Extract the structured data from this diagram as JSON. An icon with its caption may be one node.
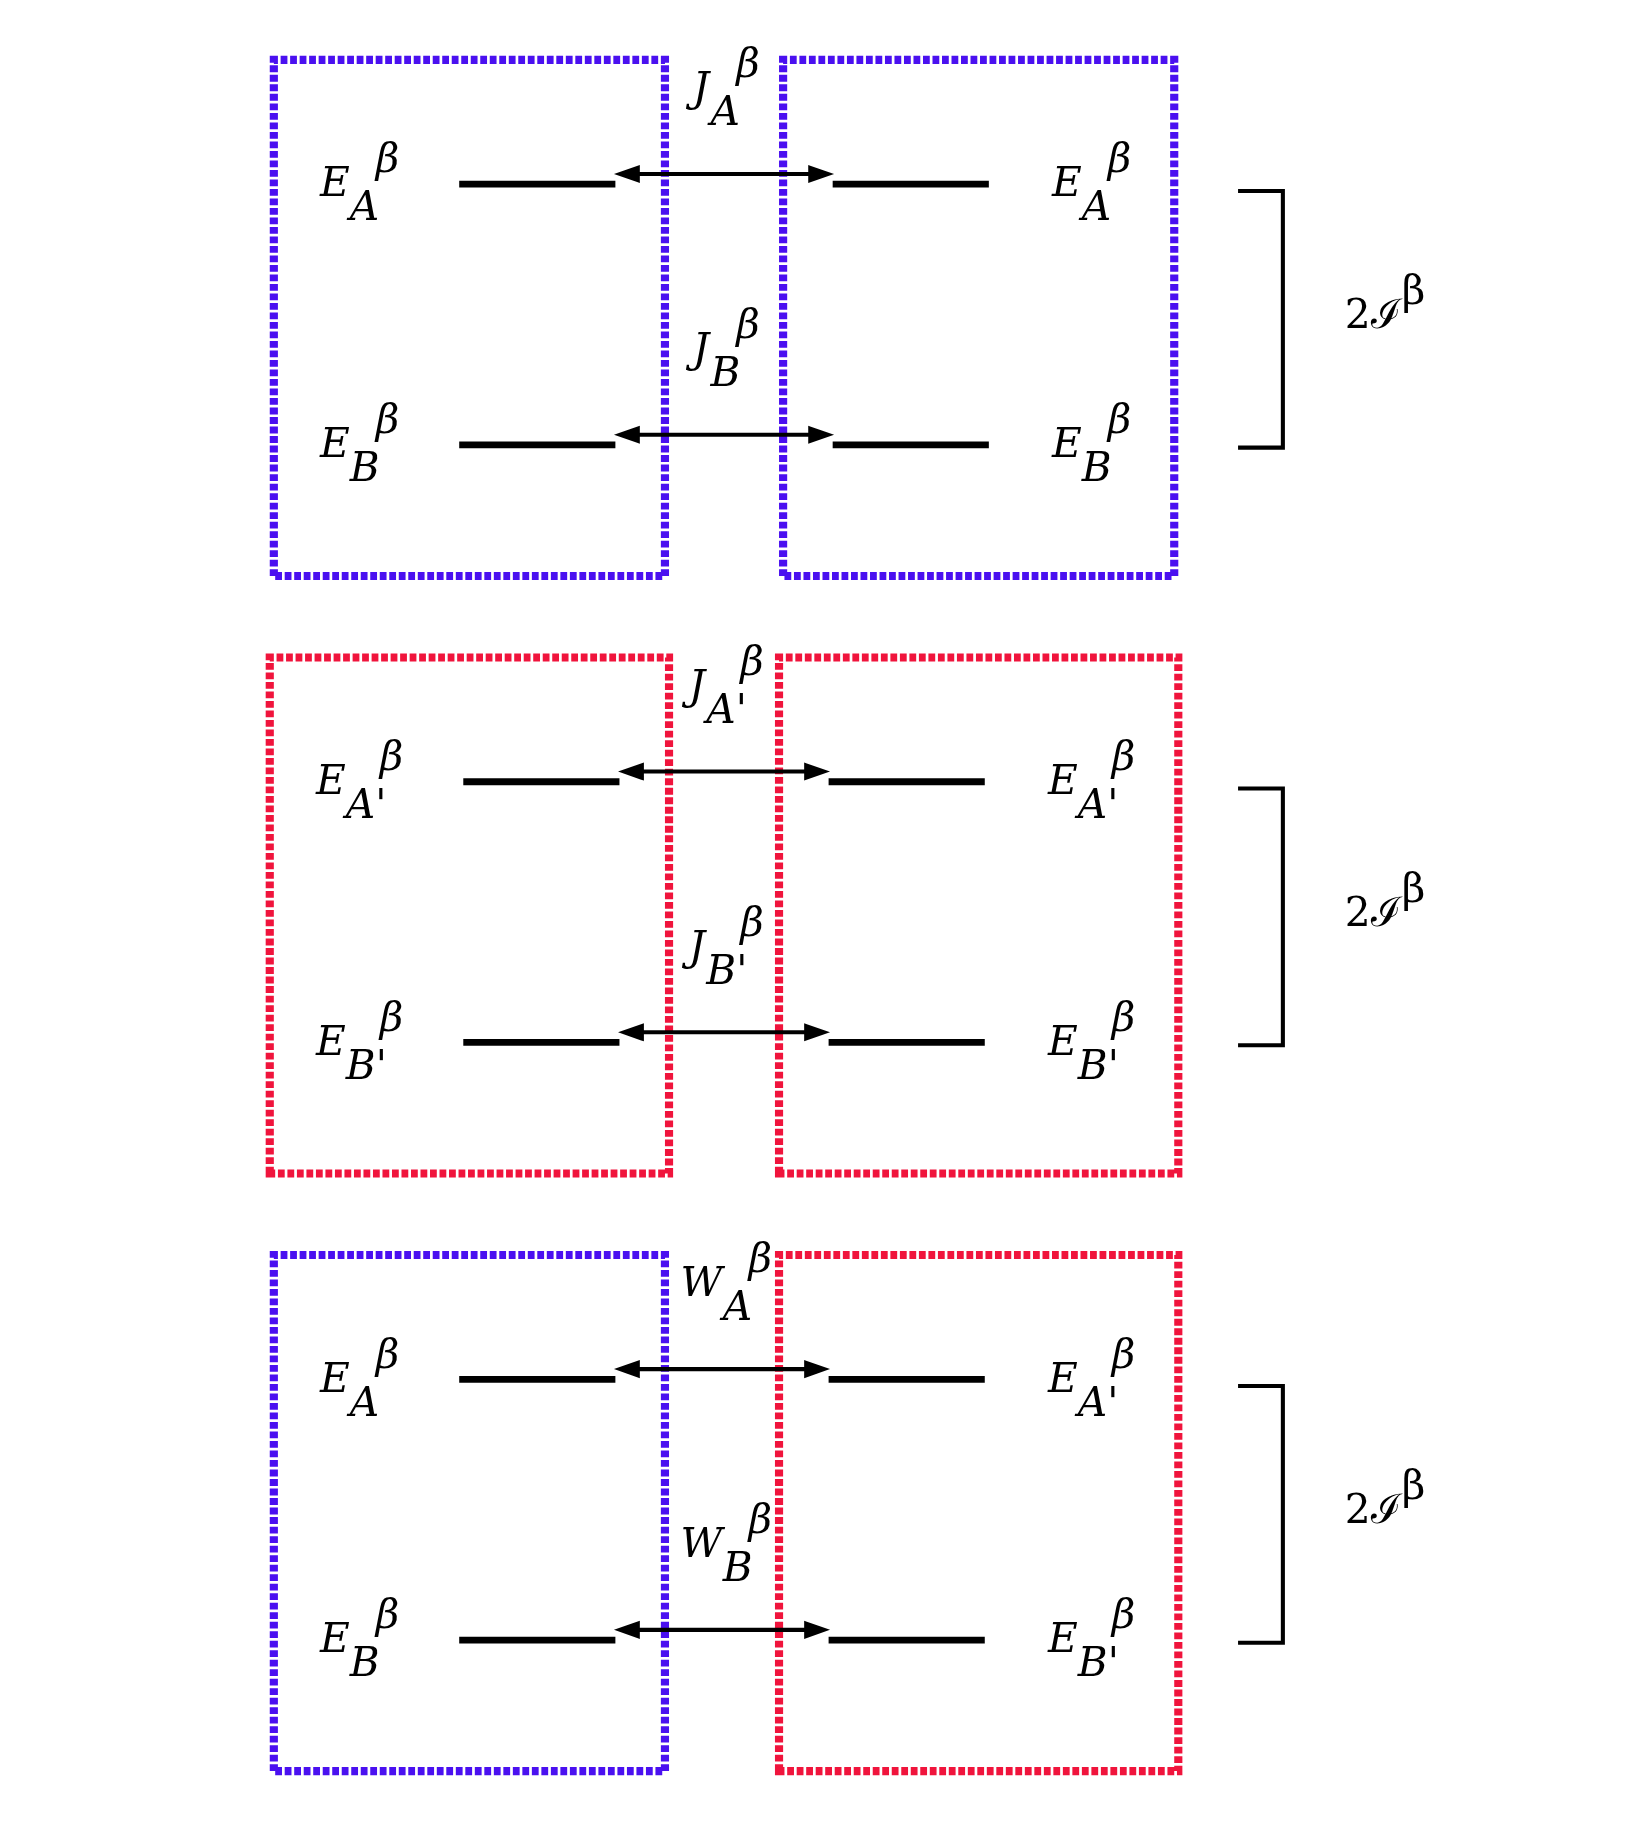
{
  "diagram": {
    "nodes": [
      {
        "text": [],
        "shape": "box"
      },
      {
        "text": [
          "E$_{A}$$^{β}$"
        ],
        "in": 0
      },
      {
        "text": [
          "E$_{B}$$^{β}$"
        ],
        "in": 0
      },
      {
        "text": [],
        "shape": "box"
      },
      {
        "text": [
          "E$_{A}$$^{β}$"
        ],
        "in": 3
      },
      {
        "text": [
          "E$_{B}$$^{β}$"
        ],
        "in": 3
      },
      {
        "text": [],
        "shape": "box"
      },
      {
        "text": [
          "E$_{A'}$$^{β}$"
        ],
        "in": 6
      },
      {
        "text": [
          "E$_{B'}$$^{β}$"
        ],
        "in": 6
      },
      {
        "text": [],
        "shape": "box"
      },
      {
        "text": [
          "E$_{A'}$$^{β}$"
        ],
        "in": 9
      },
      {
        "text": [
          "E$_{B'}$$^{β}$"
        ],
        "in": 9
      },
      {
        "text": [],
        "shape": "box"
      },
      {
        "text": [
          "E$_{A}$$^{β}$"
        ],
        "in": 12
      },
      {
        "text": [
          "E$_{B}$$^{β}$"
        ],
        "in": 12
      },
      {
        "text": [],
        "shape": "box"
      },
      {
        "text": [
          "E$_{A'}$$^{β}$"
        ],
        "in": 15
      },
      {
        "text": [
          "E$_{B'}$$^{β}$"
        ],
        "in": 15
      }
    ],
    "edges": [
      {
        "from": 1,
        "to": 4,
        "arrow": "both",
        "label": "J$_{A}$$^{β}$"
      },
      {
        "from": 2,
        "to": 5,
        "arrow": "both",
        "label": "J$_{B}$$^{β}$"
      },
      {
        "from": 7,
        "to": 10,
        "arrow": "both",
        "label": "J$_{A'}$$^{β}$"
      },
      {
        "from": 8,
        "to": 11,
        "arrow": "both",
        "label": "J$_{B'}$$^{β}$"
      },
      {
        "from": 13,
        "to": 16,
        "arrow": "both",
        "label": "W$_{A}$$^{β}$"
      },
      {
        "from": 14,
        "to": 17,
        "arrow": "both",
        "label": "W$_{B}$$^{β}$"
      }
    ],
    "labels": [
      "2ℐ$^{β}$",
      "2ℐ$^{β}$",
      "2ℐ$^{β}$"
    ]
  }
}
